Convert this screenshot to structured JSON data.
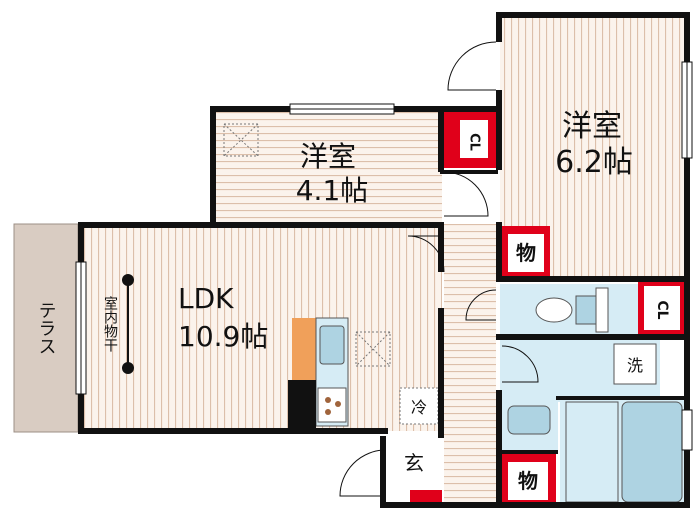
{
  "rooms": {
    "western_b": {
      "name": "洋室",
      "size": "4.1帖"
    },
    "western_a": {
      "name": "洋室",
      "size": "6.2帖"
    },
    "ldk": {
      "name": "LDK",
      "size": "10.9帖"
    },
    "terrace": {
      "name": "テラス"
    },
    "indoor_drying": {
      "name": "室内物干"
    },
    "entrance": {
      "name": "玄"
    }
  },
  "labels": {
    "closet": "CL",
    "storage": "物",
    "laundry": "洗",
    "fridge": "冷"
  },
  "colors": {
    "wall": "#111111",
    "floor": "#fbf3ec",
    "floor_stripe": "#d8b9a2",
    "terrace": "#d9ccc2",
    "wet_area": "#d6ecf5",
    "fixture": "#aed3e2",
    "storage_red": "#e0001a",
    "kitchen_counter": "#f0a05a"
  }
}
